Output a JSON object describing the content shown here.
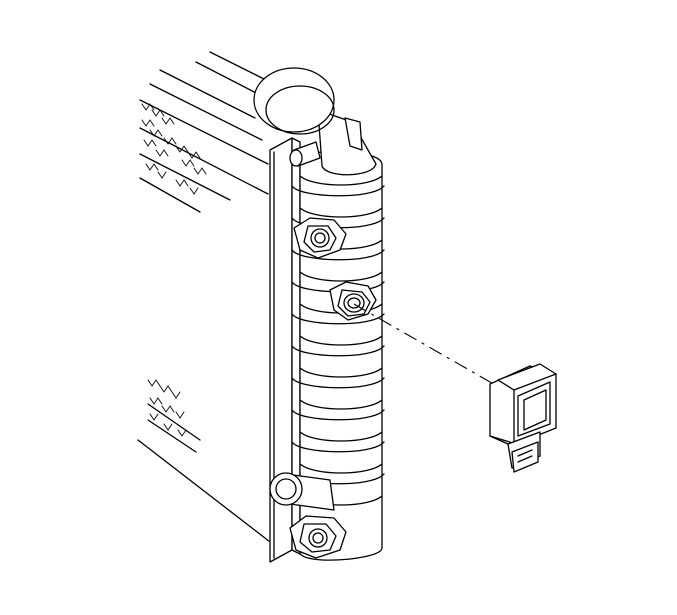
{
  "figure": {
    "parts": [
      {
        "id": "radiator-core",
        "icon": "radiator-core-icon"
      },
      {
        "id": "radiator-tank",
        "icon": "radiator-tank-icon"
      },
      {
        "id": "inlet-neck",
        "icon": "inlet-neck-icon"
      },
      {
        "id": "outlet-pipe",
        "icon": "outlet-pipe-icon"
      },
      {
        "id": "fitting-upper",
        "icon": "hex-fitting-icon"
      },
      {
        "id": "fitting-sensor-port",
        "icon": "hex-fitting-icon"
      },
      {
        "id": "fitting-lower",
        "icon": "hex-fitting-icon"
      },
      {
        "id": "sensor",
        "icon": "sensor-connector-icon"
      }
    ],
    "line_color": "#000000",
    "background_color": "#ffffff"
  }
}
